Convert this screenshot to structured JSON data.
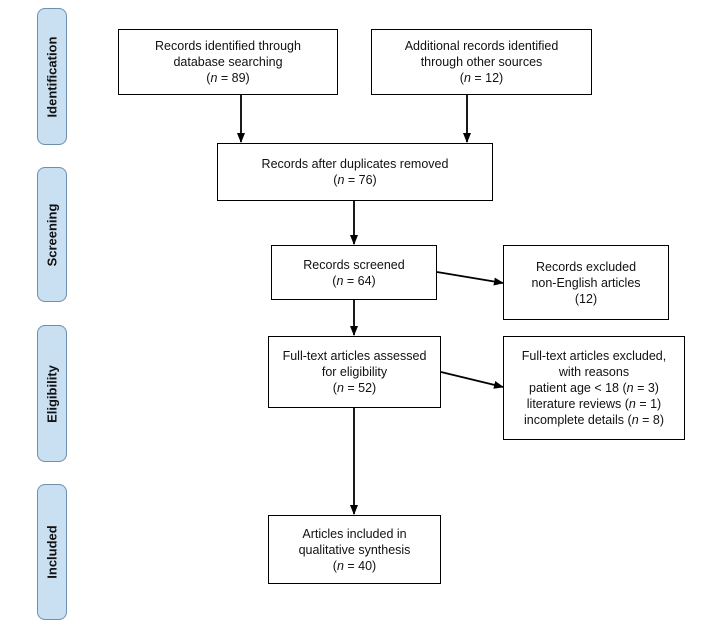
{
  "phases": {
    "identification": "Identification",
    "screening": "Screening",
    "eligibility": "Eligibility",
    "included": "Included"
  },
  "boxes": {
    "db_search": {
      "lines": [
        "Records identified through",
        "database searching"
      ],
      "n_prefix": "(",
      "n_var": "n",
      "n_suffix": " = 89)"
    },
    "other_sources": {
      "lines": [
        "Additional records identified",
        "through other sources"
      ],
      "n_prefix": "(",
      "n_var": "n",
      "n_suffix": " = 12)"
    },
    "after_duplicates": {
      "lines": [
        "Records after duplicates removed"
      ],
      "n_prefix": "(",
      "n_var": "n",
      "n_suffix": " = 76)"
    },
    "screened": {
      "lines": [
        "Records screened"
      ],
      "n_prefix": "(",
      "n_var": "n",
      "n_suffix": " = 64)"
    },
    "excluded": {
      "lines": [
        "Records excluded",
        "non-English articles"
      ],
      "n_prefix": "(",
      "n_var": "",
      "n_suffix": "12)"
    },
    "fulltext_assessed": {
      "lines": [
        "Full-text articles assessed",
        "for eligibility"
      ],
      "n_prefix": "(",
      "n_var": "n",
      "n_suffix": " = 52)"
    },
    "fulltext_excluded": {
      "lines": [
        "Full-text articles excluded,",
        "with reasons"
      ],
      "reasons": [
        {
          "pre": "patient age < 18 (",
          "var": "n",
          "post": " = 3)"
        },
        {
          "pre": "literature reviews (",
          "var": "n",
          "post": " = 1)"
        },
        {
          "pre": "incomplete details (",
          "var": "n",
          "post": " = 8)"
        }
      ]
    },
    "included": {
      "lines": [
        "Articles included in",
        "qualitative synthesis"
      ],
      "n_prefix": "(",
      "n_var": "n",
      "n_suffix": " = 40)"
    }
  }
}
